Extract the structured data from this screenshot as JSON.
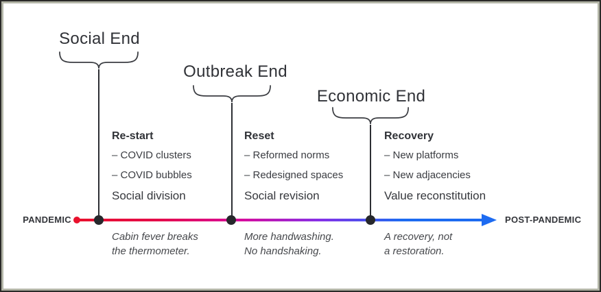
{
  "frame": {
    "background": "#ffffff",
    "mat_border_color": "#b3b5a7",
    "outer_border_color": "#2a2a28"
  },
  "milestones": [
    {
      "title": "Social End",
      "phase": {
        "heading": "Re-start",
        "bullets": [
          "– COVID clusters",
          "– COVID bubbles"
        ],
        "summary": "Social division"
      },
      "caption": [
        "Cabin fever breaks",
        "the thermometer."
      ]
    },
    {
      "title": "Outbreak End",
      "phase": {
        "heading": "Reset",
        "bullets": [
          "– Reformed norms",
          "– Redesigned spaces"
        ],
        "summary": "Social revision"
      },
      "caption": [
        "More handwashing.",
        "No handshaking."
      ]
    },
    {
      "title": "Economic End",
      "phase": {
        "heading": "Recovery",
        "bullets": [
          "– New platforms",
          "– New adjacencies"
        ],
        "summary": "Value reconstitution"
      },
      "caption": [
        "A recovery, not",
        "a restoration."
      ]
    }
  ],
  "timeline": {
    "start_label": "PANDEMIC",
    "end_label": "POST-PANDEMIC",
    "gradient": [
      "#e9112d",
      "#e40a49",
      "#d90b9b",
      "#8430e8",
      "#1d6bf1",
      "#1d6bf1"
    ],
    "start_dot_color": "#e9112d",
    "marker_dot_color": "#26282c",
    "arrow_color": "#1d6bf1",
    "text_color": "#33353a"
  }
}
